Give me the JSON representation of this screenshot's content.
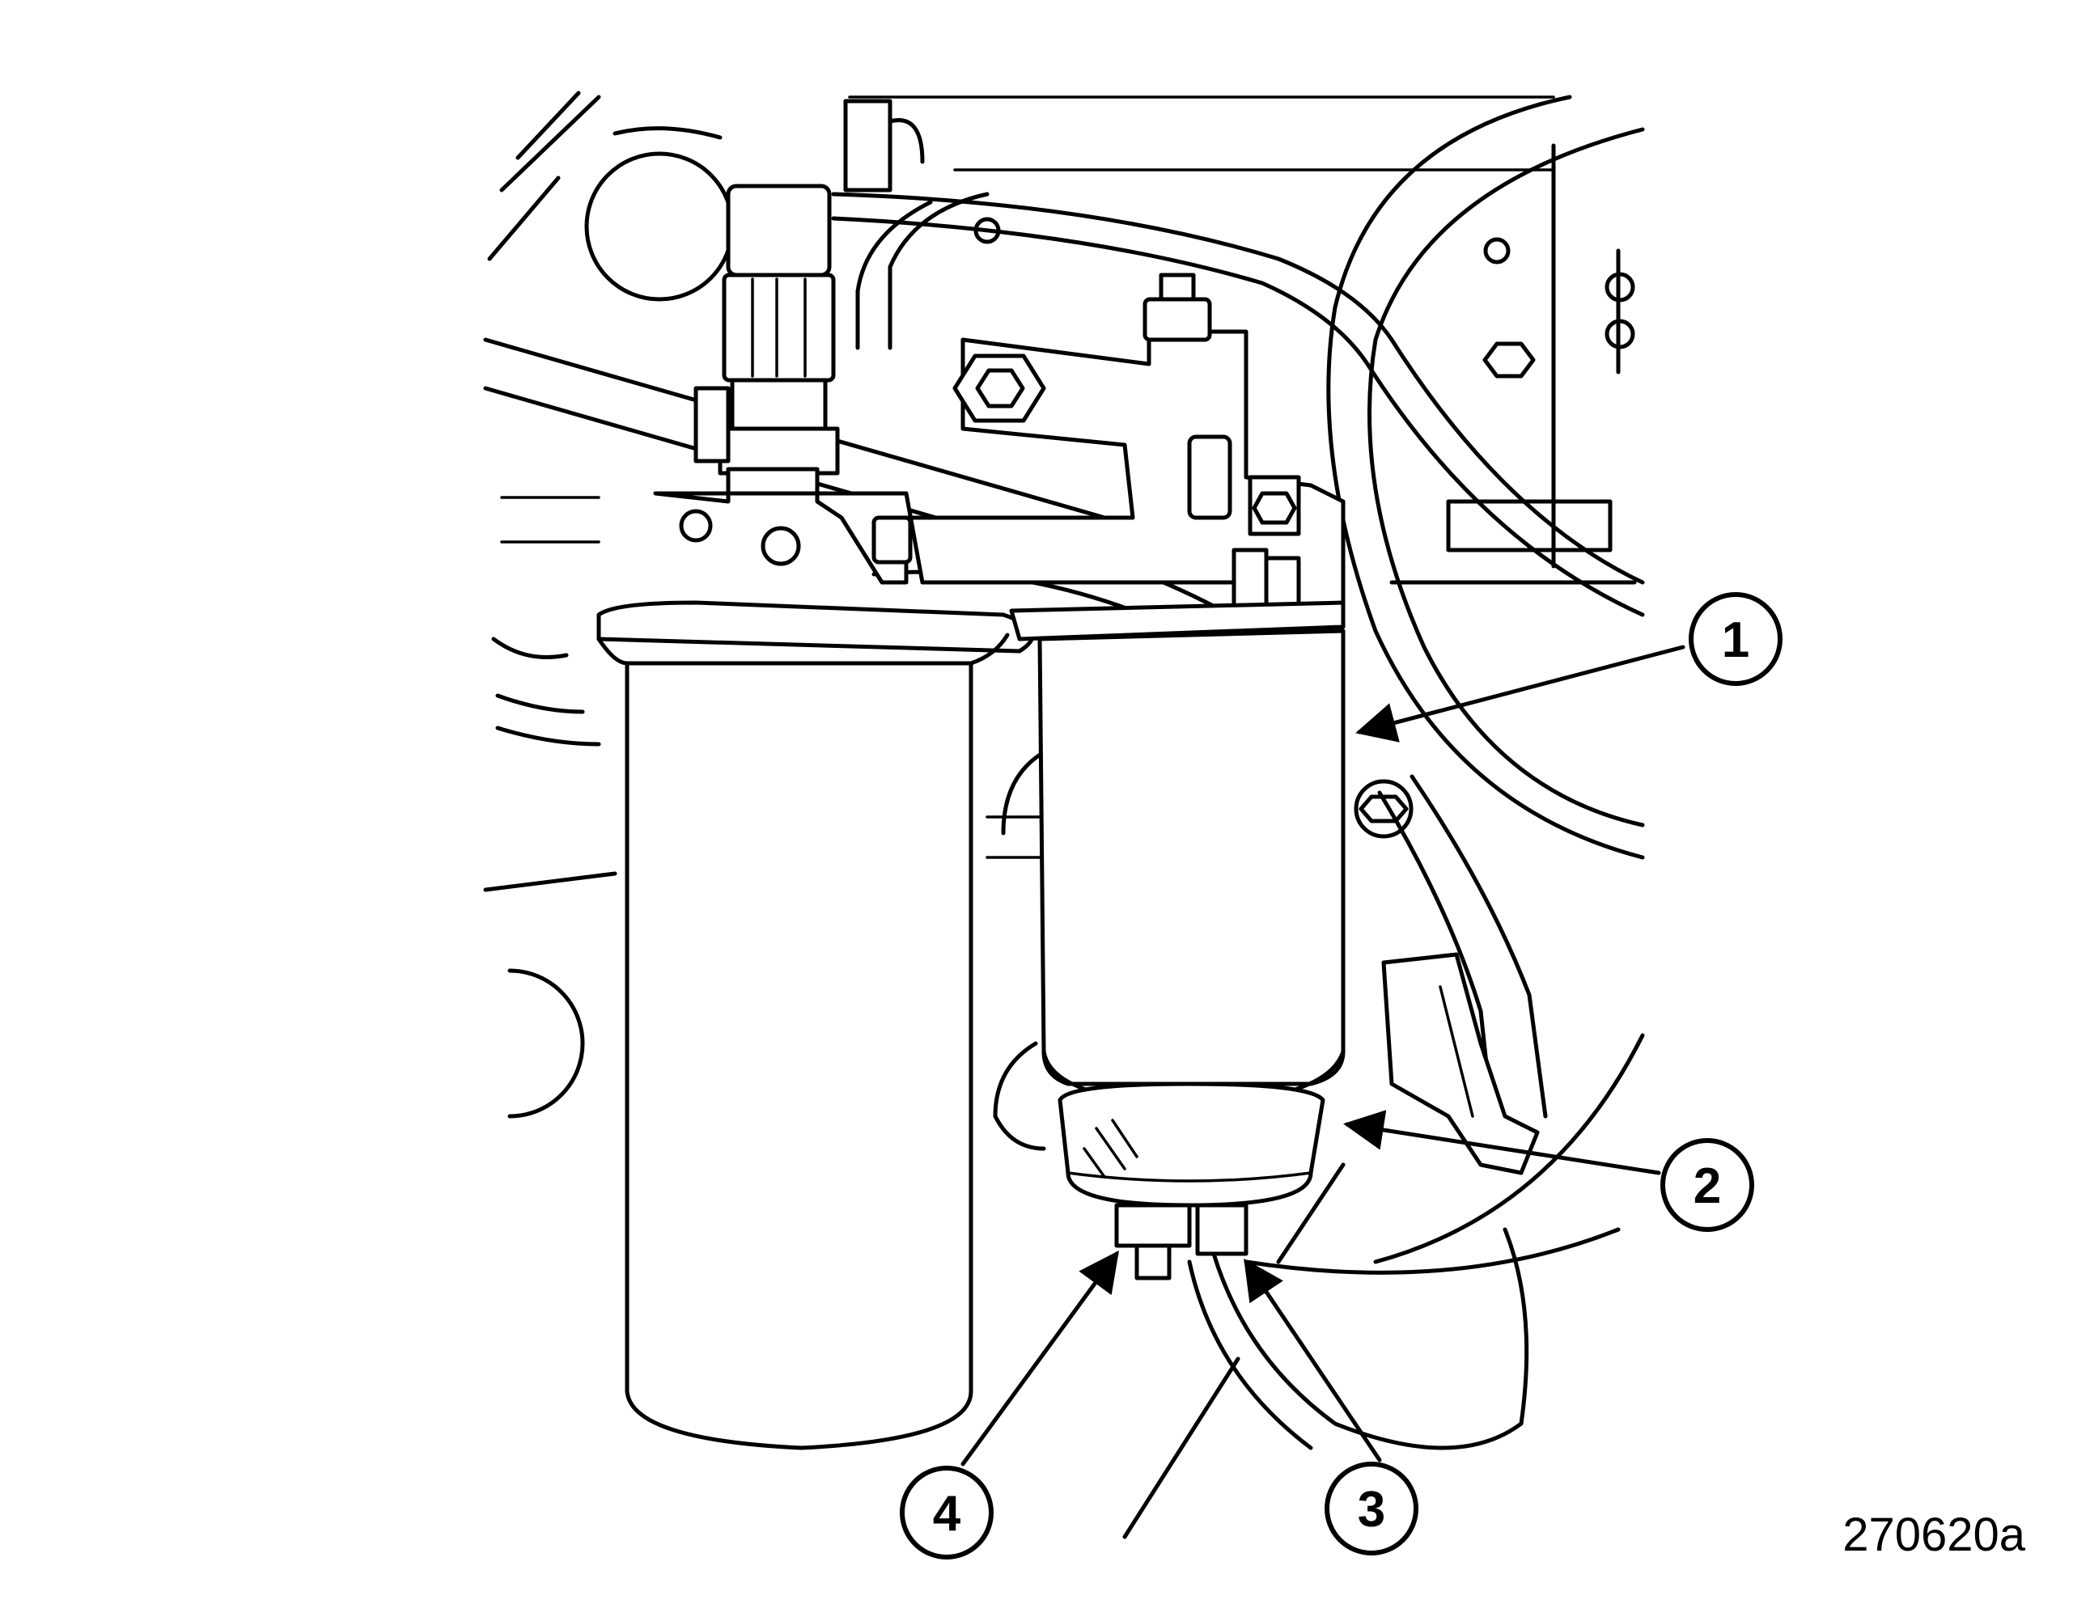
{
  "figure": {
    "id": "270620a"
  },
  "callouts": [
    {
      "number": "1"
    },
    {
      "number": "2"
    },
    {
      "number": "3"
    },
    {
      "number": "4"
    }
  ]
}
